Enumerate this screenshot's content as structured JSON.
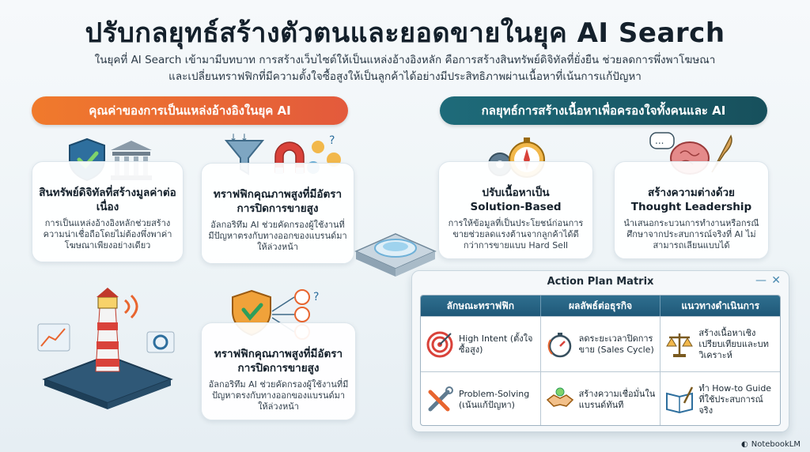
{
  "header": {
    "title": "ปรับกลยุทธ์สร้างตัวตนและยอดขายในยุค AI Search",
    "subtitle_line1": "ในยุคที่ AI Search เข้ามามีบทบาท การสร้างเว็บไซต์ให้เป็นแหล่งอ้างอิงหลัก คือการสร้างสินทรัพย์ดิจิทัลที่ยั่งยืน ช่วยลดการพึ่งพาโฆษณา",
    "subtitle_line2": "และเปลี่ยนทราฟฟิกที่มีความตั้งใจซื้อสูงให้เป็นลูกค้าได้อย่างมีประสิทธิภาพผ่านเนื้อหาที่เน้นการแก้ปัญหา"
  },
  "left_section": {
    "pill_label": "คุณค่าของการเป็นแหล่งอ้างอิงในยุค AI",
    "cards": [
      {
        "heading": "สินทรัพย์ดิจิทัลที่สร้างมูลค่าต่อเนื่อง",
        "body": "การเป็นแหล่งอ้างอิงหลักช่วยสร้างความน่าเชื่อถือโดยไม่ต้องพึ่งพาค่าโฆษณาเพียงอย่างเดียว"
      },
      {
        "heading": "ทราฟฟิกคุณภาพสูงที่มีอัตราการปิดการขายสูง",
        "body": "อัลกอริทึม AI ช่วยคัดกรองผู้ใช้งานที่มีปัญหาตรงกับทางออกของแบรนด์มาให้ล่วงหน้า"
      },
      {
        "heading": "ทราฟฟิกคุณภาพสูงที่มีอัตราการปิดการขายสูง",
        "body": "อัลกอริทึม AI ช่วยคัดกรองผู้ใช้งานที่มีปัญหาตรงกับทางออกของแบรนด์มาให้ล่วงหน้า"
      }
    ]
  },
  "right_section": {
    "pill_label": "กลยุทธ์การสร้างเนื้อหาเพื่อครองใจทั้งคนและ AI",
    "cards": [
      {
        "heading_line1": "ปรับเนื้อหาเป็น",
        "heading_line2": "Solution-Based",
        "body": "การให้ข้อมูลที่เป็นประโยชน์ก่อนการขายช่วยลดแรงต้านจากลูกค้าได้ดีกว่าการขายแบบ Hard Sell"
      },
      {
        "heading_line1": "สร้างความต่างด้วย",
        "heading_line2": "Thought Leadership",
        "body": "นำเสนอกระบวนการทำงานหรือกรณีศึกษาจากประสบการณ์จริงที่ AI ไม่สามารถเลียนแบบได้"
      }
    ]
  },
  "matrix": {
    "title": "Action Plan Matrix",
    "columns": [
      "ลักษณะทราฟฟิก",
      "ผลลัพธ์ต่อธุรกิจ",
      "แนวทางดำเนินการ"
    ],
    "rows": [
      {
        "traffic": "High Intent (ตั้งใจซื้อสูง)",
        "result": "ลดระยะเวลาปิดการขาย (Sales Cycle)",
        "action": "สร้างเนื้อหาเชิงเปรียบเทียบและบทวิเคราะห์"
      },
      {
        "traffic": "Problem-Solving (เน้นแก้ปัญหา)",
        "result": "สร้างความเชื่อมั่นในแบรนด์ทันที",
        "action": "ทำ How-to Guide ที่ใช้ประสบการณ์จริง"
      }
    ]
  },
  "brand": {
    "name": "NotebookLM"
  },
  "colors": {
    "orange": "#e8652f",
    "teal": "#1b5e6c",
    "matrix_header": "#2a6a8a"
  }
}
